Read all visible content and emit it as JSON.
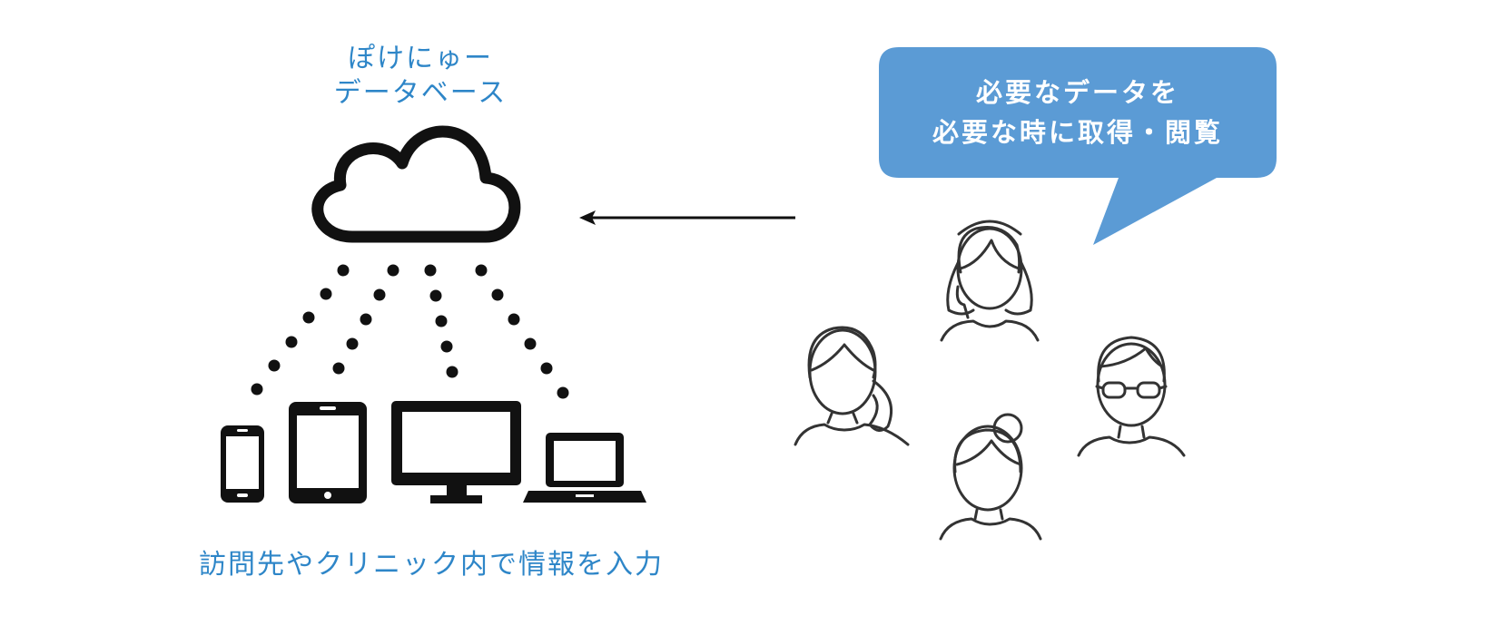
{
  "database": {
    "title_line1": "ぽけにゅー",
    "title_line2": "データベース"
  },
  "devices_caption": "訪問先やクリニック内で情報を入力",
  "speech_bubble": {
    "line1": "必要なデータを",
    "line2": "必要な時に取得・閲覧"
  },
  "colors": {
    "accent_text": "#2e86c8",
    "bubble_fill": "#5b9bd5",
    "icon_black": "#111111",
    "person_stroke": "#333333"
  },
  "icons": {
    "cloud": "cloud-icon",
    "smartphone": "smartphone-icon",
    "tablet": "tablet-icon",
    "monitor": "monitor-icon",
    "laptop": "laptop-icon",
    "arrow": "arrow-left-icon",
    "people": [
      "person-woman-long-hair-icon",
      "person-woman-ponytail-icon",
      "person-man-glasses-icon",
      "person-woman-bun-icon"
    ]
  }
}
